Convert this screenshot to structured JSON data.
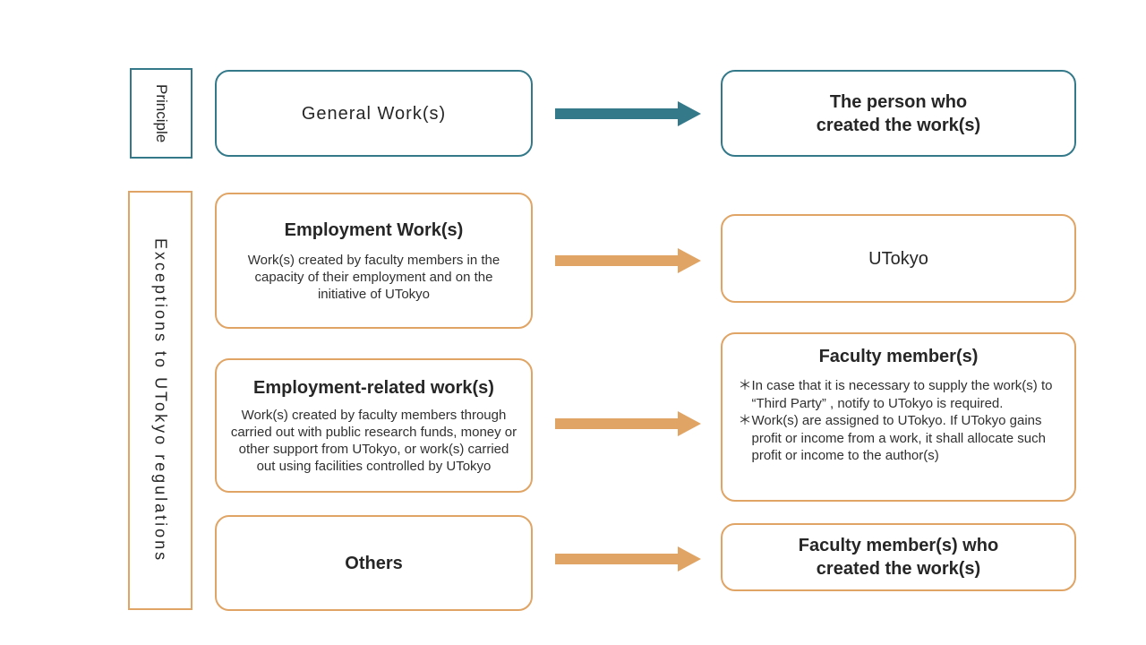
{
  "colors": {
    "teal": "#34798a",
    "orange": "#e0a465",
    "text": "#262626",
    "background": "#ffffff"
  },
  "labels": {
    "principle": "Principle",
    "exceptions": "Exceptions to UTokyo regulations"
  },
  "boxes": {
    "general_work": {
      "title": "General Work(s)"
    },
    "person_created": {
      "line1": "The person who",
      "line2": "created the work(s)"
    },
    "employment_work": {
      "title": "Employment Work(s)",
      "body": "Work(s) created by faculty members in the capacity of their employment and on the initiative of UTokyo"
    },
    "utokyo": {
      "title": "UTokyo"
    },
    "employment_related": {
      "title": "Employment-related work(s)",
      "body": "Work(s) created by faculty members through carried out with public research funds, money or other support from UTokyo, or work(s) carried out using facilities controlled by UTokyo"
    },
    "faculty_members": {
      "title": "Faculty member(s)",
      "notes": [
        "＊In case that it is necessary to supply the work(s) to “Third Party” , notify to UTokyo is required.",
        "＊Work(s) are assigned to UTokyo. If UTokyo gains profit or income from a work, it shall allocate such profit or income to the author(s)"
      ]
    },
    "others": {
      "title": "Others"
    },
    "faculty_created": {
      "line1": "Faculty member(s) who",
      "line2": "created the work(s)"
    }
  }
}
